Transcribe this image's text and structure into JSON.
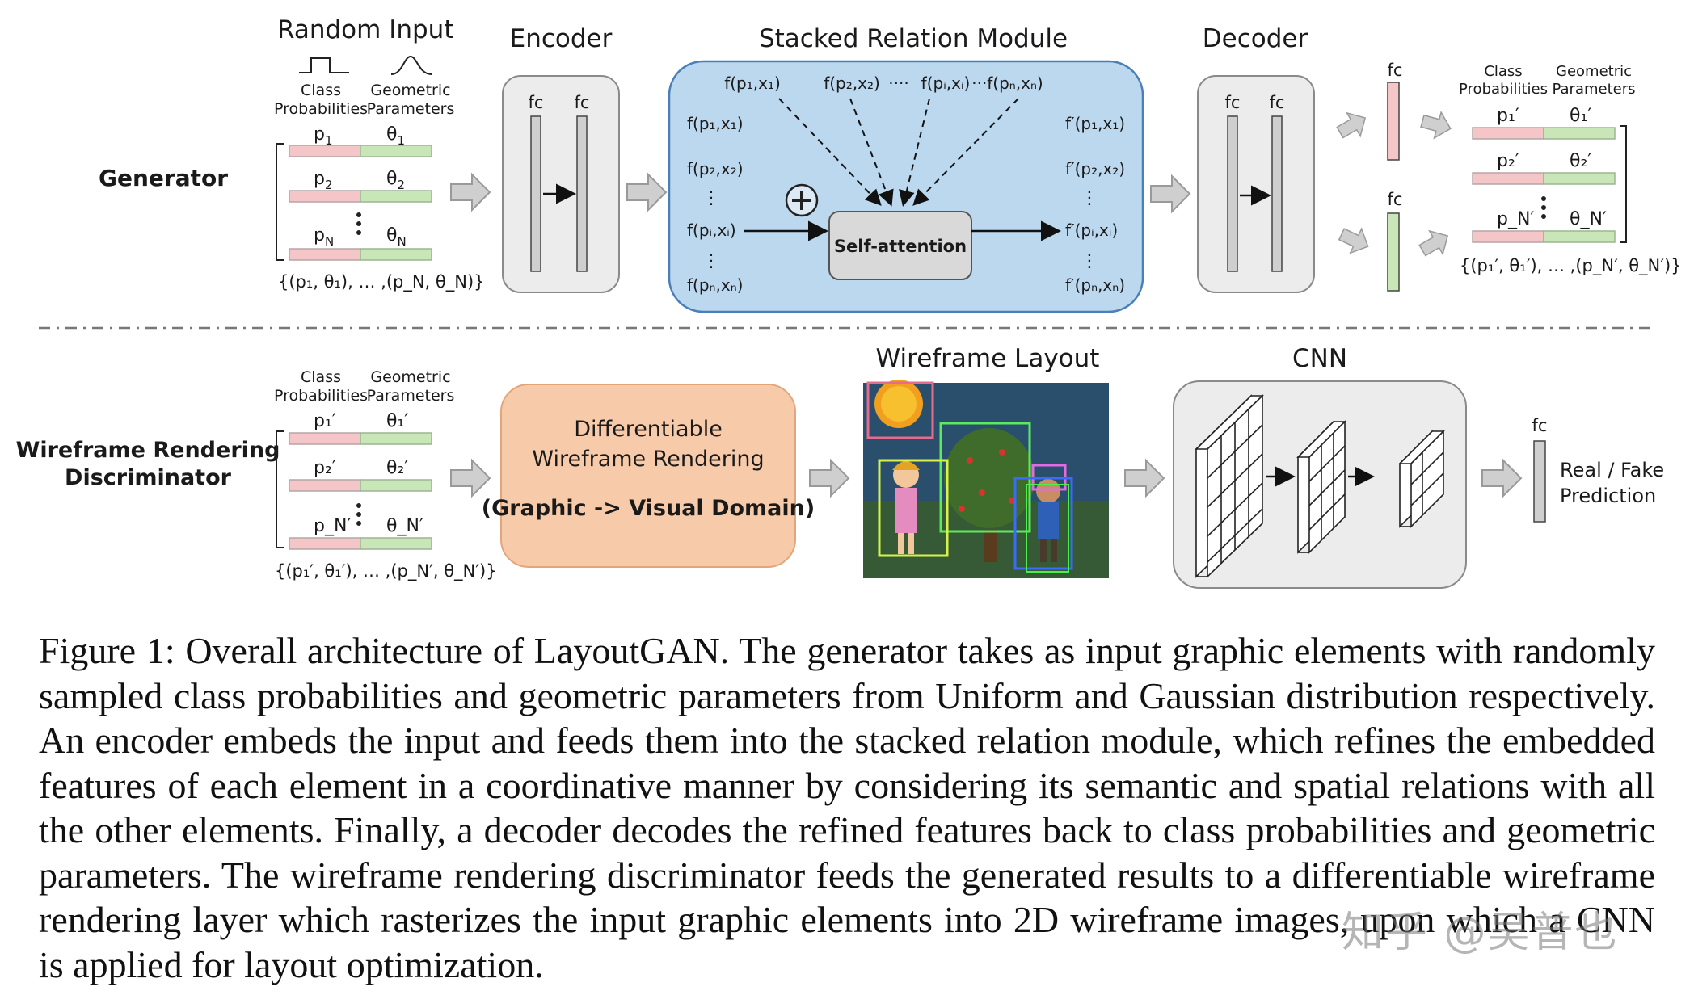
{
  "labels": {
    "random_input": "Random Input",
    "encoder": "Encoder",
    "stacked_relation": "Stacked Relation Module",
    "decoder": "Decoder",
    "generator": "Generator",
    "discriminator_line1": "Wireframe Rendering",
    "discriminator_line2": "Discriminator",
    "wireframe_layout": "Wireframe Layout",
    "cnn": "CNN",
    "fc": "fc",
    "class": "Class",
    "probabilities": "Probabilities",
    "geometric": "Geometric",
    "parameters": "Parameters",
    "self_attention": "Self-attention",
    "real_fake_line1": "Real / Fake",
    "real_fake_line2": "Prediction",
    "render_line1": "Differentiable",
    "render_line2": "Wireframe Rendering",
    "render_line3": "(Graphic -> Visual Domain)",
    "dots_h": "····",
    "plus": "+"
  },
  "generator_input": {
    "rows": [
      {
        "p": "p",
        "p_sub": "1",
        "theta": "θ",
        "theta_sub": "1"
      },
      {
        "p": "p",
        "p_sub": "2",
        "theta": "θ",
        "theta_sub": "2"
      },
      {
        "p": "p",
        "p_sub": "N",
        "theta": "θ",
        "theta_sub": "N"
      }
    ],
    "set_text": "{(p₁, θ₁), … ,(p_N, θ_N)}"
  },
  "relation_module": {
    "top": [
      "f(p₁,x₁)",
      "f(p₂,x₂)",
      "f(pᵢ,xᵢ)",
      "f(pₙ,xₙ)"
    ],
    "left": [
      "f(p₁,x₁)",
      "f(p₂,x₂)",
      "f(pᵢ,xᵢ)",
      "f(pₙ,xₙ)"
    ],
    "right": [
      "f′(p₁,x₁)",
      "f′(p₂,x₂)",
      "f′(pᵢ,xᵢ)",
      "f′(pₙ,xₙ)"
    ]
  },
  "generator_output": {
    "rows": [
      {
        "p": "p₁′",
        "theta": "θ₁′"
      },
      {
        "p": "p₂′",
        "theta": "θ₂′"
      },
      {
        "p": "p_N′",
        "theta": "θ_N′"
      }
    ],
    "set_text": "{(p₁′, θ₁′), … ,(p_N′, θ_N′)}"
  },
  "discriminator_input": {
    "rows": [
      {
        "p": "p₁′",
        "theta": "θ₁′"
      },
      {
        "p": "p₂′",
        "theta": "θ₂′"
      },
      {
        "p": "p_N′",
        "theta": "θ_N′"
      }
    ],
    "set_text": "{(p₁′, θ₁′), … ,(p_N′, θ_N′)}"
  },
  "caption": "Figure 1: Overall architecture of LayoutGAN. The generator takes as input graphic elements with randomly sampled class probabilities and geometric parameters from Uniform and Gaussian distribution respectively. An encoder embeds the input and feeds them into the stacked relation module, which refines the embedded features of each element in a coordinative manner by considering its semantic and spatial relations with all the other elements. Finally, a decoder decodes the refined features back to class probabilities and geometric parameters. The wireframe rendering discriminator feeds the generated results to a differentiable wireframe rendering layer which rasterizes the input graphic elements into 2D wireframe images, upon which a CNN is applied for layout optimization.",
  "watermark": "知乎 @吴普也",
  "colors": {
    "pink": "#f4c6c8",
    "green": "#c8e6b8",
    "relation_bg": "#bcd8ef",
    "relation_border": "#4a7fb8",
    "render_bg": "#f7cba9",
    "gray_box": "#ececec",
    "arrow_gray": "#c9c9c9"
  }
}
